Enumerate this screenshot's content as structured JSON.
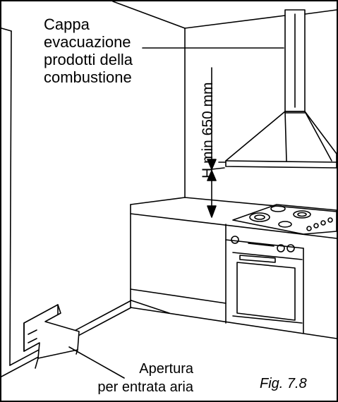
{
  "labels": {
    "hood": [
      "Cappa",
      "evacuazione",
      "prodotti della",
      "combustione"
    ],
    "height": "H min 650 mm",
    "air_inlet": [
      "Apertura",
      "per entrata aria"
    ],
    "figure": "Fig. 7.8"
  },
  "colors": {
    "line": "#000000",
    "background": "#ffffff"
  }
}
